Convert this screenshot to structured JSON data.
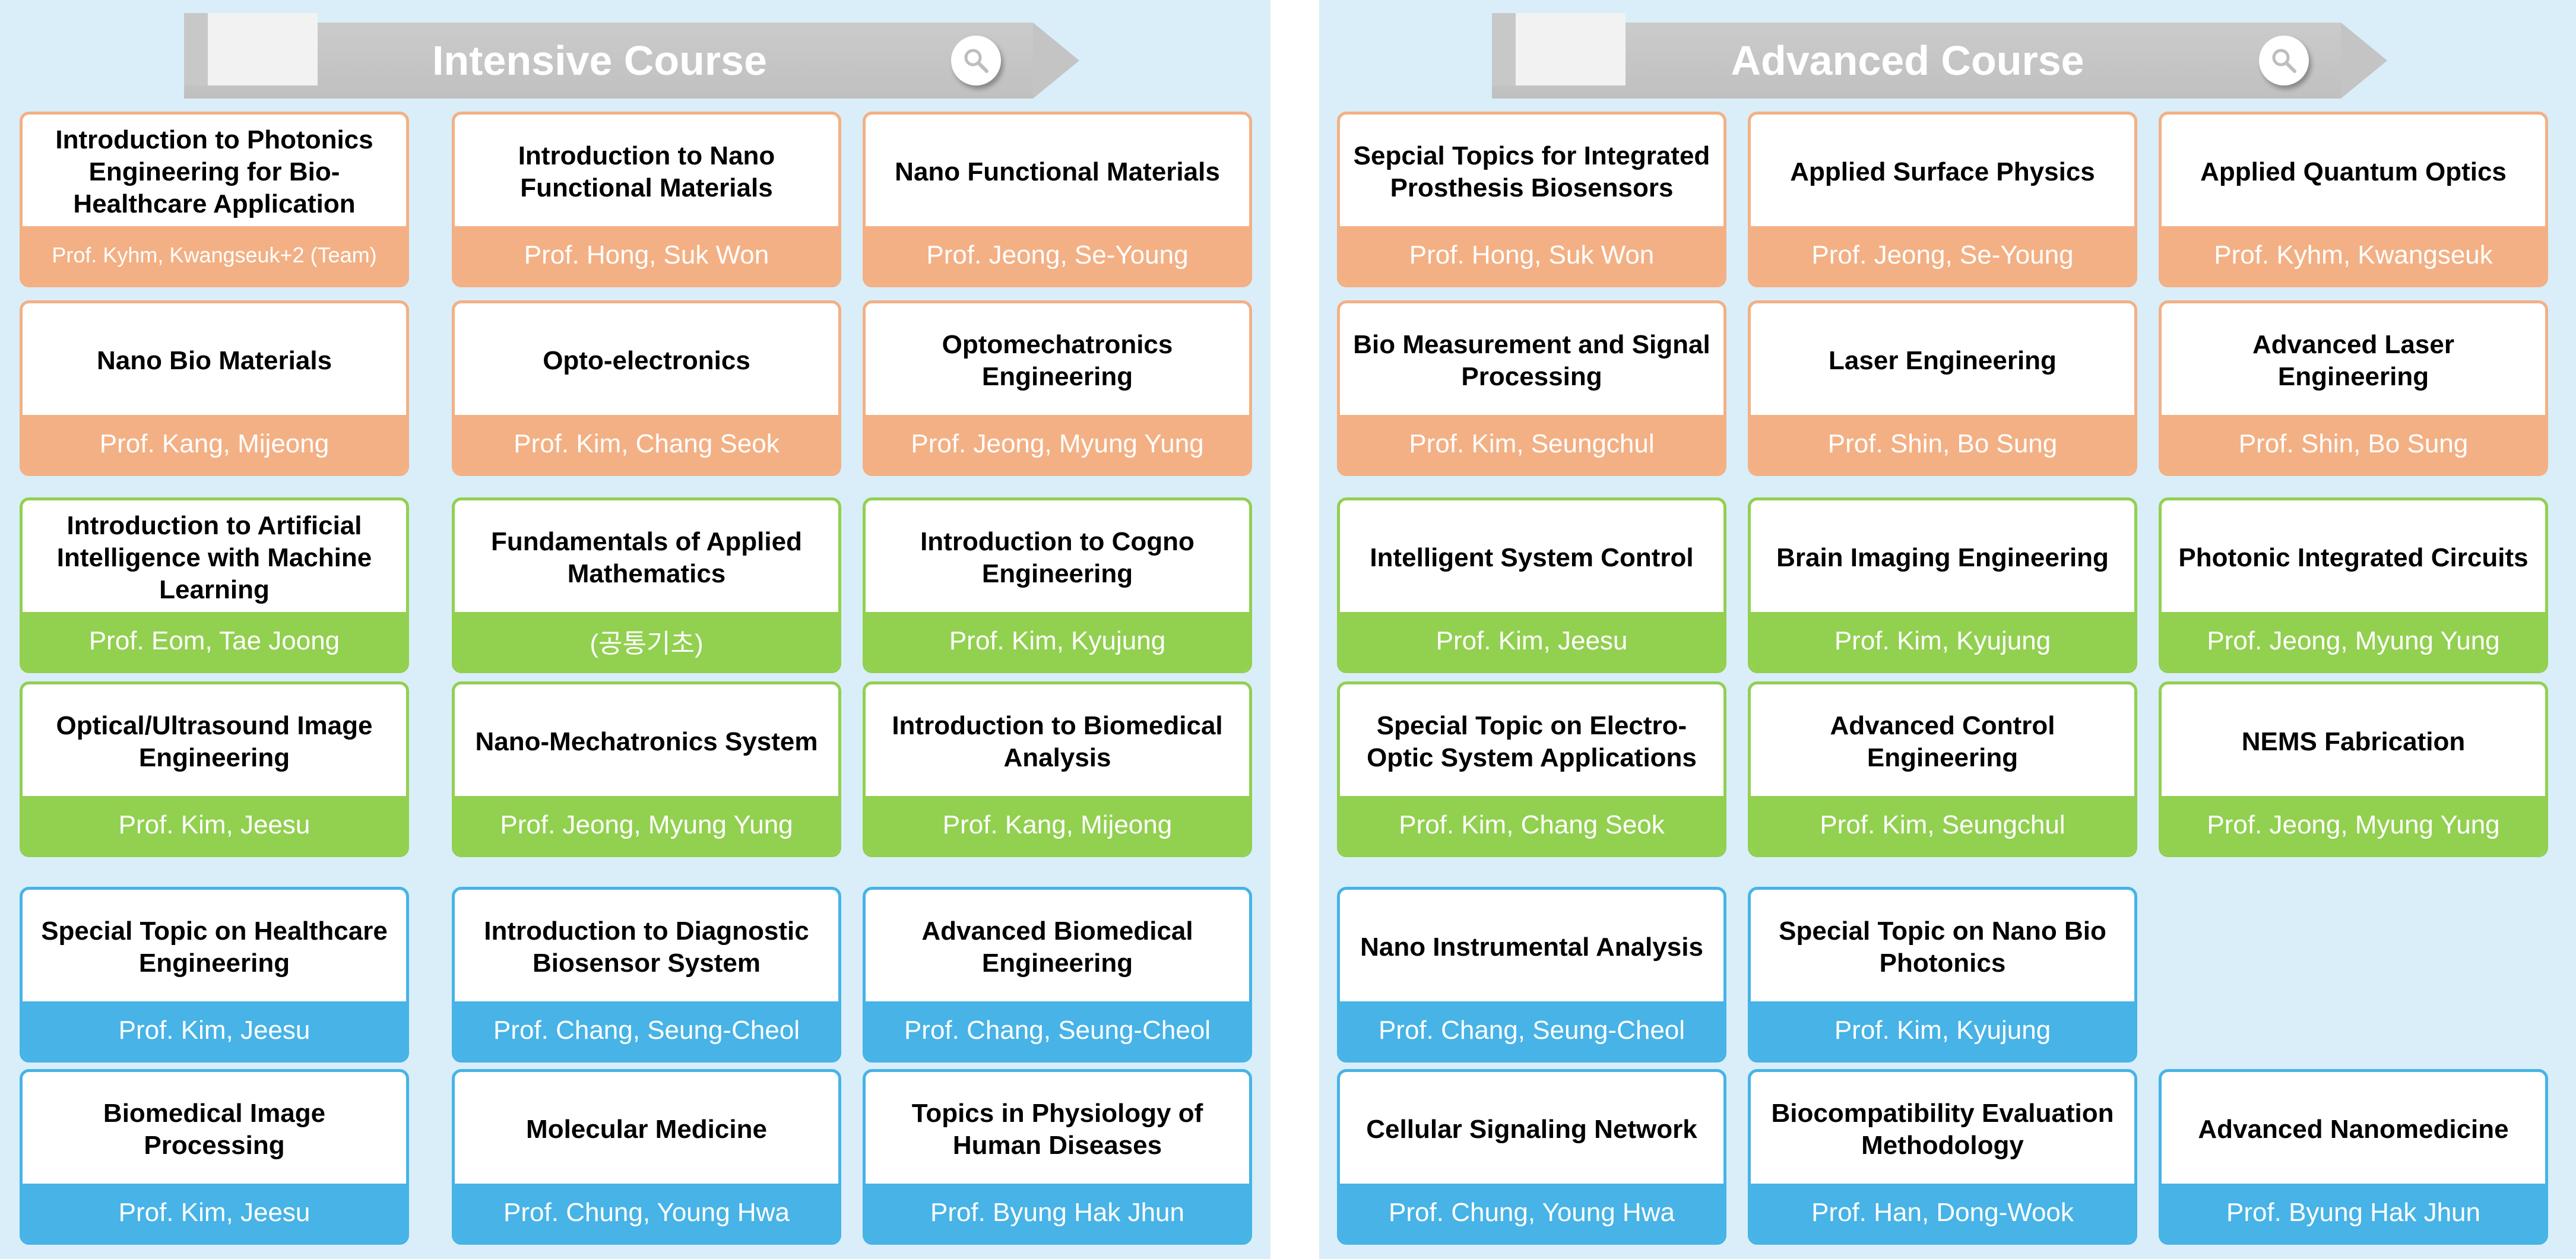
{
  "colors": {
    "orange": "#f3b084",
    "green": "#92d050",
    "blue": "#47b3e6",
    "background": "#d9eef9"
  },
  "panels": [
    {
      "id": "intensive",
      "title": "Intensive Course",
      "search_icon": "search-icon",
      "courses": [
        {
          "title": "Introduction to Photonics Engineering for Bio-Healthcare Application",
          "prof": "Prof. Kyhm, Kwangseuk+2 (Team)",
          "color": "orange",
          "row": 0,
          "col": 0
        },
        {
          "title": "Introduction to Nano Functional Materials",
          "prof": "Prof. Hong, Suk Won",
          "color": "orange",
          "row": 0,
          "col": 1
        },
        {
          "title": "Nano Functional Materials",
          "prof": "Prof. Jeong, Se-Young",
          "color": "orange",
          "row": 0,
          "col": 2
        },
        {
          "title": "Nano Bio Materials",
          "prof": "Prof. Kang, Mijeong",
          "color": "orange",
          "row": 1,
          "col": 0
        },
        {
          "title": "Opto-electronics",
          "prof": "Prof. Kim, Chang Seok",
          "color": "orange",
          "row": 1,
          "col": 1
        },
        {
          "title": "Optomechatronics Engineering",
          "prof": "Prof. Jeong, Myung Yung",
          "color": "orange",
          "row": 1,
          "col": 2
        },
        {
          "title": "Introduction to Artificial Intelligence with Machine Learning",
          "prof": "Prof. Eom, Tae Joong",
          "color": "green",
          "row": 2,
          "col": 0
        },
        {
          "title": "Fundamentals of Applied Mathematics",
          "prof": "(공통기초)",
          "color": "green",
          "row": 2,
          "col": 1
        },
        {
          "title": "Introduction to Cogno Engineering",
          "prof": "Prof. Kim, Kyujung",
          "color": "green",
          "row": 2,
          "col": 2
        },
        {
          "title": "Optical/Ultrasound Image Engineering",
          "prof": "Prof. Kim, Jeesu",
          "color": "green",
          "row": 3,
          "col": 0
        },
        {
          "title": "Nano-Mechatronics System",
          "prof": "Prof. Jeong, Myung Yung",
          "color": "green",
          "row": 3,
          "col": 1
        },
        {
          "title": "Introduction to Biomedical Analysis",
          "prof": "Prof. Kang, Mijeong",
          "color": "green",
          "row": 3,
          "col": 2
        },
        {
          "title": "Special Topic on Healthcare Engineering",
          "prof": "Prof. Kim, Jeesu",
          "color": "blue",
          "row": 4,
          "col": 0
        },
        {
          "title": "Introduction to Diagnostic Biosensor System",
          "prof": "Prof. Chang, Seung-Cheol",
          "color": "blue",
          "row": 4,
          "col": 1
        },
        {
          "title": "Advanced Biomedical Engineering",
          "prof": "Prof. Chang, Seung-Cheol",
          "color": "blue",
          "row": 4,
          "col": 2
        },
        {
          "title": "Biomedical Image Processing",
          "prof": "Prof. Kim, Jeesu",
          "color": "blue",
          "row": 5,
          "col": 0
        },
        {
          "title": "Molecular Medicine",
          "prof": "Prof. Chung, Young Hwa",
          "color": "blue",
          "row": 5,
          "col": 1
        },
        {
          "title": "Topics in Physiology of Human Diseases",
          "prof": "Prof. Byung Hak Jhun",
          "color": "blue",
          "row": 5,
          "col": 2
        }
      ]
    },
    {
      "id": "advanced",
      "title": "Advanced Course",
      "search_icon": "search-icon",
      "courses": [
        {
          "title": "Sepcial Topics for Integrated Prosthesis Biosensors",
          "prof": "Prof. Hong, Suk Won",
          "color": "orange",
          "row": 0,
          "col": 0
        },
        {
          "title": "Applied Surface Physics",
          "prof": "Prof. Jeong, Se-Young",
          "color": "orange",
          "row": 0,
          "col": 1
        },
        {
          "title": "Applied Quantum Optics",
          "prof": "Prof. Kyhm, Kwangseuk",
          "color": "orange",
          "row": 0,
          "col": 2
        },
        {
          "title": "Bio Measurement and Signal Processing",
          "prof": "Prof. Kim, Seungchul",
          "color": "orange",
          "row": 1,
          "col": 0
        },
        {
          "title": "Laser Engineering",
          "prof": "Prof. Shin, Bo Sung",
          "color": "orange",
          "row": 1,
          "col": 1
        },
        {
          "title": "Advanced Laser Engineering",
          "prof": "Prof. Shin, Bo Sung",
          "color": "orange",
          "row": 1,
          "col": 2
        },
        {
          "title": "Intelligent System Control",
          "prof": "Prof. Kim, Jeesu",
          "color": "green",
          "row": 2,
          "col": 0
        },
        {
          "title": "Brain Imaging Engineering",
          "prof": "Prof. Kim, Kyujung",
          "color": "green",
          "row": 2,
          "col": 1
        },
        {
          "title": "Photonic Integrated Circuits",
          "prof": "Prof. Jeong, Myung Yung",
          "color": "green",
          "row": 2,
          "col": 2
        },
        {
          "title": "Special Topic on Electro-Optic System Applications",
          "prof": "Prof. Kim, Chang Seok",
          "color": "green",
          "row": 3,
          "col": 0
        },
        {
          "title": "Advanced Control Engineering",
          "prof": "Prof. Kim, Seungchul",
          "color": "green",
          "row": 3,
          "col": 1
        },
        {
          "title": "NEMS Fabrication",
          "prof": "Prof. Jeong, Myung Yung",
          "color": "green",
          "row": 3,
          "col": 2
        },
        {
          "title": "Nano Instrumental Analysis",
          "prof": "Prof. Chang, Seung-Cheol",
          "color": "blue",
          "row": 4,
          "col": 0
        },
        {
          "title": "Special Topic on Nano Bio Photonics",
          "prof": "Prof. Kim, Kyujung",
          "color": "blue",
          "row": 4,
          "col": 1
        },
        {
          "title": "Cellular Signaling Network",
          "prof": "Prof. Chung, Young Hwa",
          "color": "blue",
          "row": 5,
          "col": 0
        },
        {
          "title": "Biocompatibility Evaluation Methodology",
          "prof": "Prof. Han, Dong-Wook",
          "color": "blue",
          "row": 5,
          "col": 1
        },
        {
          "title": "Advanced Nanomedicine",
          "prof": "Prof. Byung Hak Jhun",
          "color": "blue",
          "row": 5,
          "col": 2
        }
      ]
    }
  ]
}
